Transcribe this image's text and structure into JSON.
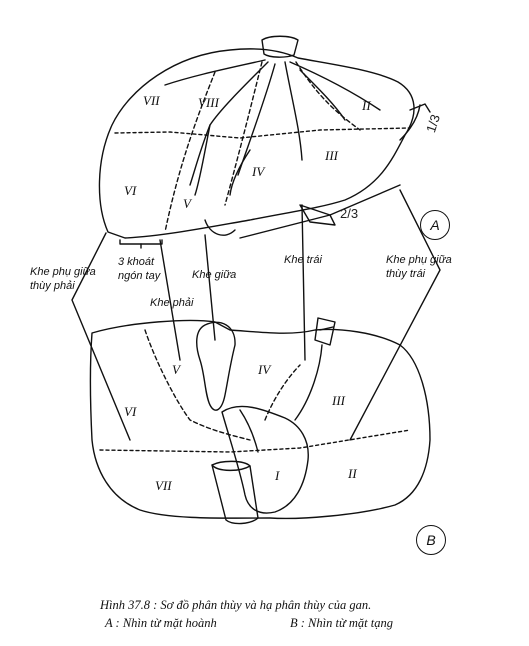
{
  "labels": {
    "khe_phu_giua_thuy_phai": [
      "Khe phụ giữa",
      "thùy phải"
    ],
    "ba_khoat_ngon_tay": [
      "3 khoát",
      "ngón tay"
    ],
    "khe_giua": "Khe giữa",
    "khe_trai": "Khe trái",
    "khe_phu_giua_thuy_trai": [
      "Khe phụ giữa",
      "thùy trái"
    ],
    "khe_phai": "Khe phải"
  },
  "segments_a": [
    "VII",
    "VIII",
    "II",
    "III",
    "IV",
    "VI",
    "V"
  ],
  "segments_b": [
    "V",
    "IV",
    "VI",
    "III",
    "VII",
    "I",
    "II"
  ],
  "fractions": [
    "2/3",
    "1/3"
  ],
  "views": {
    "a": "A",
    "b": "B"
  },
  "caption": {
    "title": "Hình 37.8 : Sơ đồ phân thùy và hạ phân thùy của gan.",
    "a": "A : Nhìn từ mặt hoành",
    "b": "B : Nhìn từ mặt tạng"
  }
}
